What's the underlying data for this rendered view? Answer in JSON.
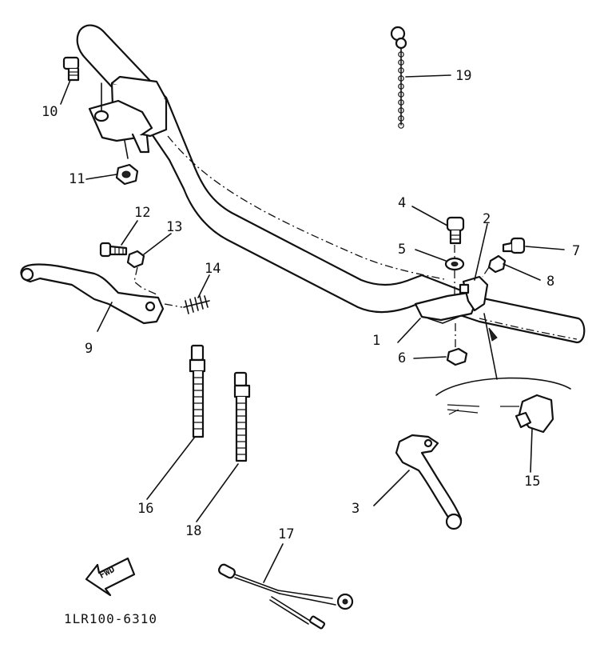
{
  "diagram": {
    "callouts": [
      {
        "id": "1",
        "text": "1"
      },
      {
        "id": "2",
        "text": "2"
      },
      {
        "id": "3",
        "text": "3"
      },
      {
        "id": "4",
        "text": "4"
      },
      {
        "id": "5",
        "text": "5"
      },
      {
        "id": "6",
        "text": "6"
      },
      {
        "id": "7",
        "text": "7"
      },
      {
        "id": "8",
        "text": "8"
      },
      {
        "id": "9",
        "text": "9"
      },
      {
        "id": "10",
        "text": "10"
      },
      {
        "id": "11",
        "text": "11"
      },
      {
        "id": "12",
        "text": "12"
      },
      {
        "id": "13",
        "text": "13"
      },
      {
        "id": "14",
        "text": "14"
      },
      {
        "id": "15",
        "text": "15"
      },
      {
        "id": "16",
        "text": "16"
      },
      {
        "id": "17",
        "text": "17"
      },
      {
        "id": "18",
        "text": "18"
      },
      {
        "id": "19",
        "text": "19"
      }
    ],
    "fwd_arrow_text": "FWD",
    "drawing_code": "1LR100-6310"
  }
}
